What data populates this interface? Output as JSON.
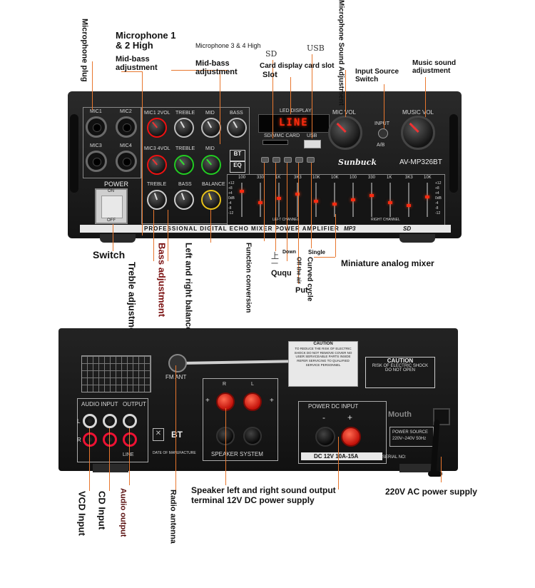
{
  "colors": {
    "leader_line": "#e8772e",
    "panel": "#1c1c1c",
    "led_red": "#ff2a10",
    "post_red": "#d0150b"
  },
  "callouts": {
    "microphone_plug": "Microphone plug",
    "mic_1_2_high": "Microphone 1 & 2 High",
    "mid_bass_left": "Mid-bass adjustment",
    "mic_3_4_high": "Microphone 3 & 4 High",
    "mid_bass_right": "Mid-bass adjustment",
    "sd": "SD",
    "usb": "USB",
    "card_display_card_slot": "Card display card slot",
    "slot": "Slot",
    "mic_sound_adjustment": "Microphone Sound Adjustment",
    "input_source_switch": "Input Source Switch",
    "music_sound_adjustment": "Music sound adjustment",
    "switch": "Switch",
    "treble_adjustment": "Treble adjustment",
    "bass_adjustment": "Bass adjustment",
    "lr_balance_adjustment": "Left and right balance adjustment",
    "function_conversion": "Function conversion",
    "up_char": "上",
    "arrow_char": "一",
    "quqiu": "Ququ",
    "put": "Put",
    "down": "Down",
    "single": "Single",
    "off_the_air": "Off the air",
    "curved_cycle": "Curved cycle",
    "miniature_analog_mixer": "Miniature analog mixer",
    "vcd_input": "VCD Input",
    "cd_input": "CD Input",
    "audio_output": "Audio output",
    "radio_antenna": "Radio antenna",
    "speaker_terminal": "Speaker left and right sound output terminal 12V DC power supply",
    "ac_power_supply": "220V AC power supply",
    "mouth": "Mouth"
  },
  "front_panel": {
    "mic_labels": [
      "MIC1",
      "MIC2",
      "MIC3",
      "MIC4"
    ],
    "power_label": "POWER",
    "power_on": "ON",
    "power_off": "OFF",
    "eq_row1": [
      "MIC1 2VOL",
      "TREBLE",
      "MID",
      "BASS"
    ],
    "eq_row2": [
      "MIC3 4VOL",
      "TREBLE",
      "MID",
      "BASS"
    ],
    "eq_row3": [
      "TREBLE",
      "BASS",
      "BALANCE"
    ],
    "led_display_label": "LED DISPLAY",
    "led_text": "LINE",
    "sd_mmc_label": "SD/MMC CARD",
    "usb_label": "USB",
    "mic_vol": "MIC VOL",
    "music_vol": "MUSIC VOL",
    "input_label": "INPUT",
    "brand": "Sunbuck",
    "model": "AV-MP326BT",
    "eq_freqs": [
      "100",
      "330",
      "1K",
      "3K3",
      "10K",
      "10K",
      "100",
      "330",
      "1K",
      "3K3",
      "10K"
    ],
    "eq_scale": [
      "+12",
      "+8",
      "+4",
      "0dB",
      "-4",
      "-8",
      "-12"
    ],
    "left_channel": "LEFT CHANNEL",
    "right_channel": "RIGHT CHANNEL",
    "bottom_strip": "PROFESSIONAL DIGITAL ECHO MIXER POWER AMPLIFIER",
    "mp3_badge": "MP3",
    "sd_badge": "SD",
    "bt_badge": "BT",
    "eq_badge": "EQ",
    "mode_badge": "A/B"
  },
  "rear_panel": {
    "fm_ant": "FM ANT",
    "audio_input": "AUDIO INPUT",
    "output": "OUTPUT",
    "l": "L",
    "r": "R",
    "line": "LINE",
    "caution_small": "CAUTION",
    "caution_text": "TO REDUCE THE RISK OF ELECTRIC SHOCK DO NOT REMOVE COVER NO USER SERVICEABLE PARTS INSIDE REFER SERVICING TO QUALIFIED SERVICE PERSONNEL",
    "caution_big": "CAUTION",
    "caution_big_text1": "RISK OF ELECTRIC SHOCK",
    "caution_big_text2": "DO NOT OPEN",
    "speaker_system": "SPEAKER SYSTEM",
    "power_dc_input": "POWER DC INPUT",
    "minus": "-",
    "plus": "+",
    "dc_spec": "DC 12V 10A-15A",
    "power_source": "POWER SOURCE",
    "power_range": "220V~240V 50Hz",
    "serial_no": "SERIAL NO:",
    "date_label": "DATE OF MANUFACTURE",
    "bt": "BT"
  }
}
